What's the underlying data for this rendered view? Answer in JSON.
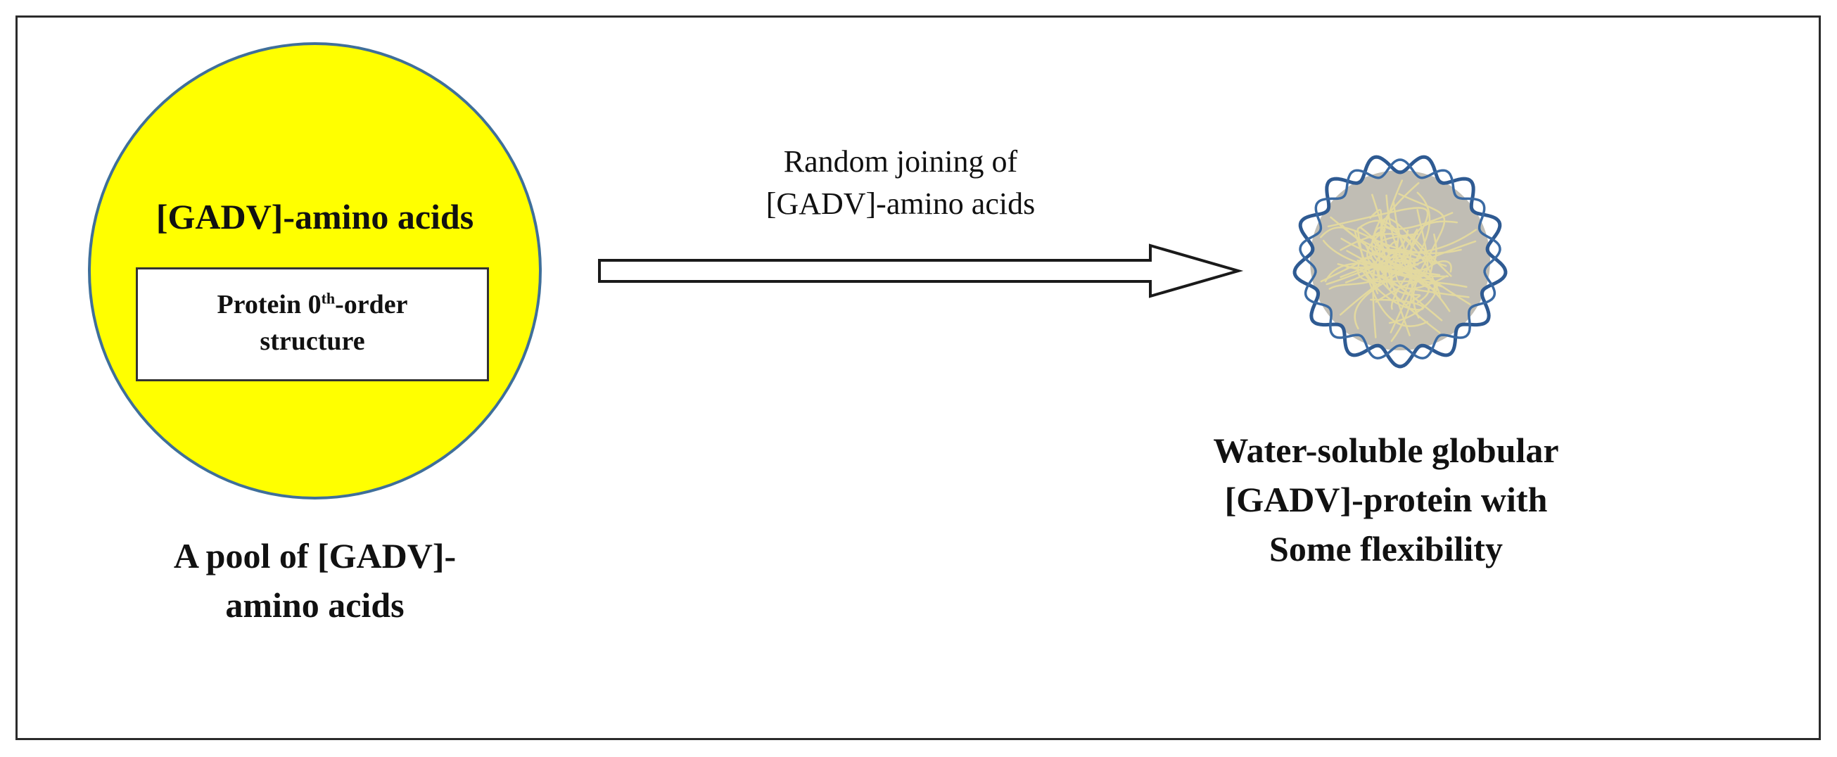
{
  "pool": {
    "heading": "[GADV]-amino acids",
    "structure_prefix": "Protein 0",
    "structure_superscript": "th",
    "structure_suffix": "-order",
    "structure_line2": "structure",
    "caption_line1": "A pool of [GADV]-",
    "caption_line2": "amino acids"
  },
  "process": {
    "label_line1": "Random joining of",
    "label_line2": "[GADV]-amino acids"
  },
  "result": {
    "caption_line1": "Water-soluble globular",
    "caption_line2": "[GADV]-protein with",
    "caption_line3": "Some flexibility"
  },
  "colors": {
    "pool_fill": "#ffff00",
    "pool_border": "#3f6f9a",
    "globule_core": "#c0bdb4",
    "globule_chain": "#e3d99f",
    "globule_backbone": "#2e5a92"
  }
}
